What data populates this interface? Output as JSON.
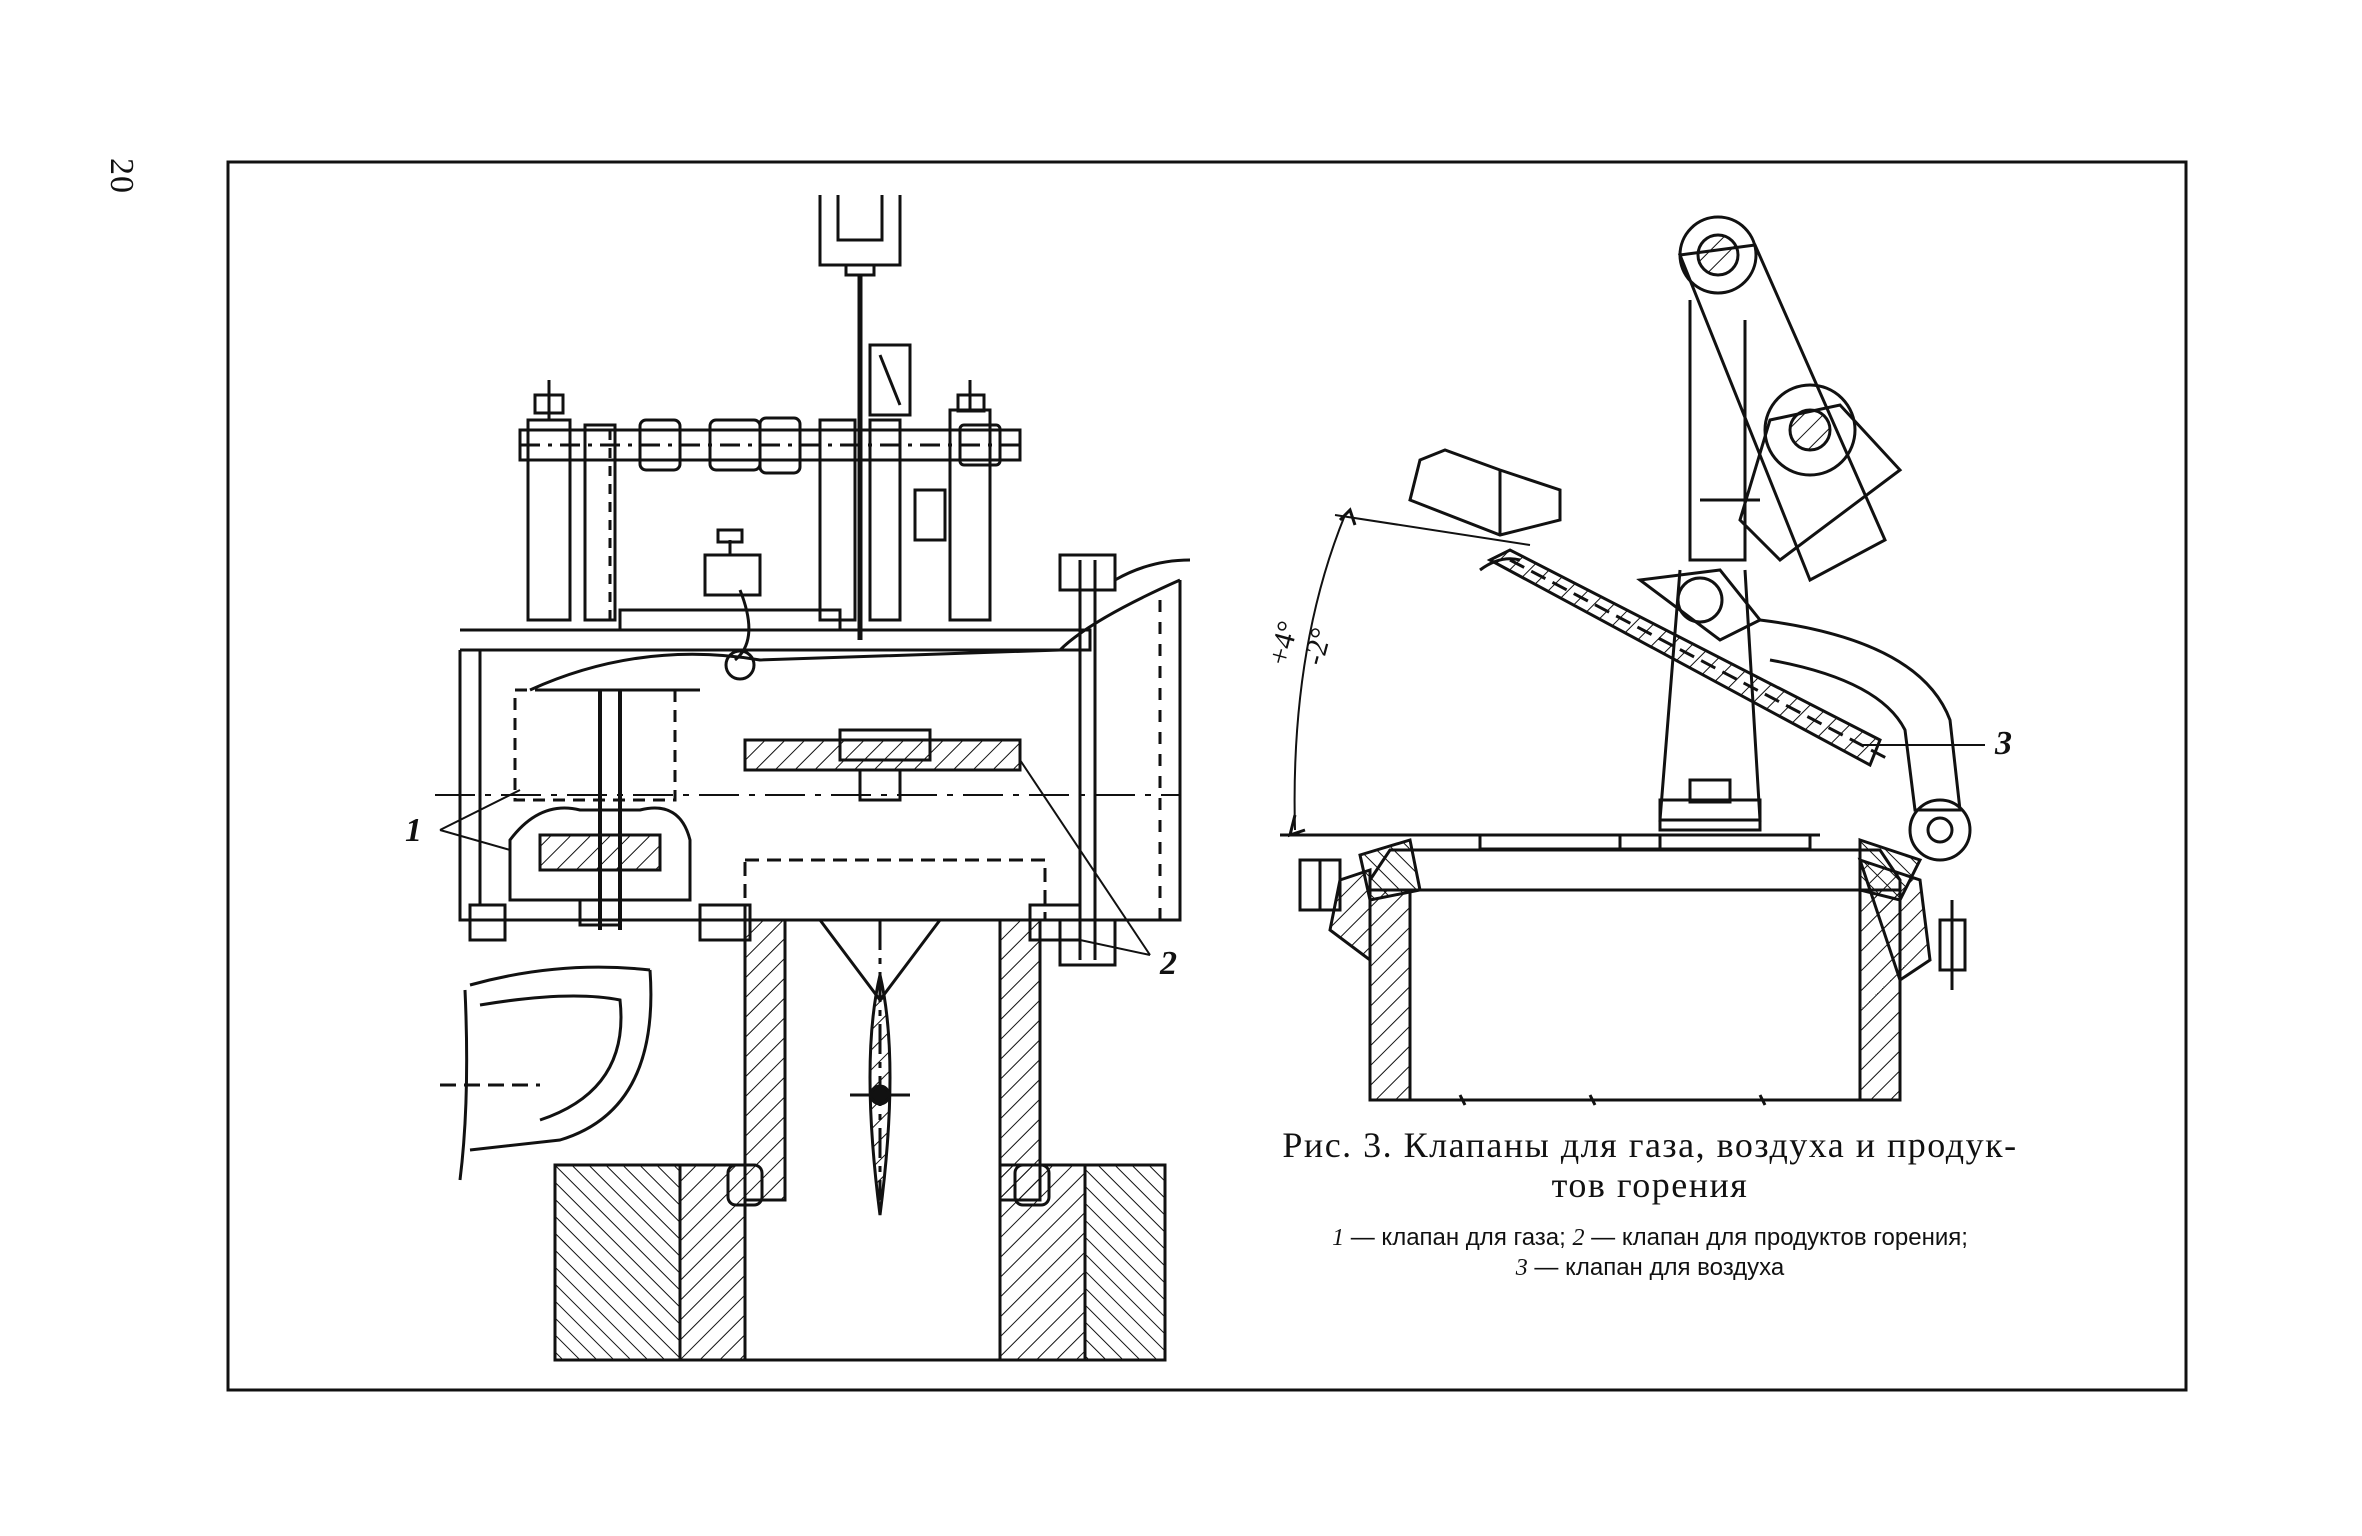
{
  "page": {
    "number": "20"
  },
  "figure": {
    "title_line1": "Рис. 3. Клапаны для газа,  воздуха и продук-",
    "title_line2": "тов горения",
    "legend": [
      {
        "num": "1",
        "text": "— клапан для  газа;"
      },
      {
        "num": "2",
        "text": "— клапан  для  продуктов  горения;"
      },
      {
        "num": "3",
        "text": "— клапан для воздуха"
      }
    ],
    "callouts": {
      "gas_valve": "1",
      "flue_valve": "2",
      "air_valve": "3"
    },
    "angle_plus": "+4°",
    "angle_minus": "-2°"
  }
}
